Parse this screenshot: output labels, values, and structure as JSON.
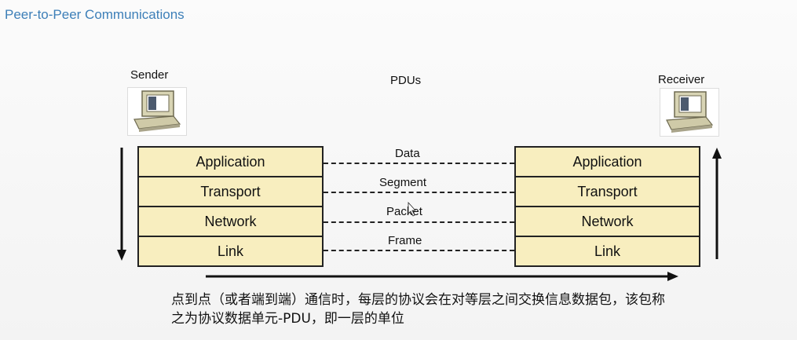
{
  "header": {
    "title": "Peer-to-Peer Communications"
  },
  "diagram": {
    "sender_label": "Sender",
    "receiver_label": "Receiver",
    "pdus_label": "PDUs",
    "layers": [
      "Application",
      "Transport",
      "Network",
      "Link"
    ],
    "pdus": [
      "Data",
      "Segment",
      "Packet",
      "Frame"
    ]
  },
  "caption": {
    "text": "点到点（或者端到端）通信时，每层的协议会在对等层之间交换信息数据包，该包称之为协议数据单元-PDU，即一层的单位"
  }
}
